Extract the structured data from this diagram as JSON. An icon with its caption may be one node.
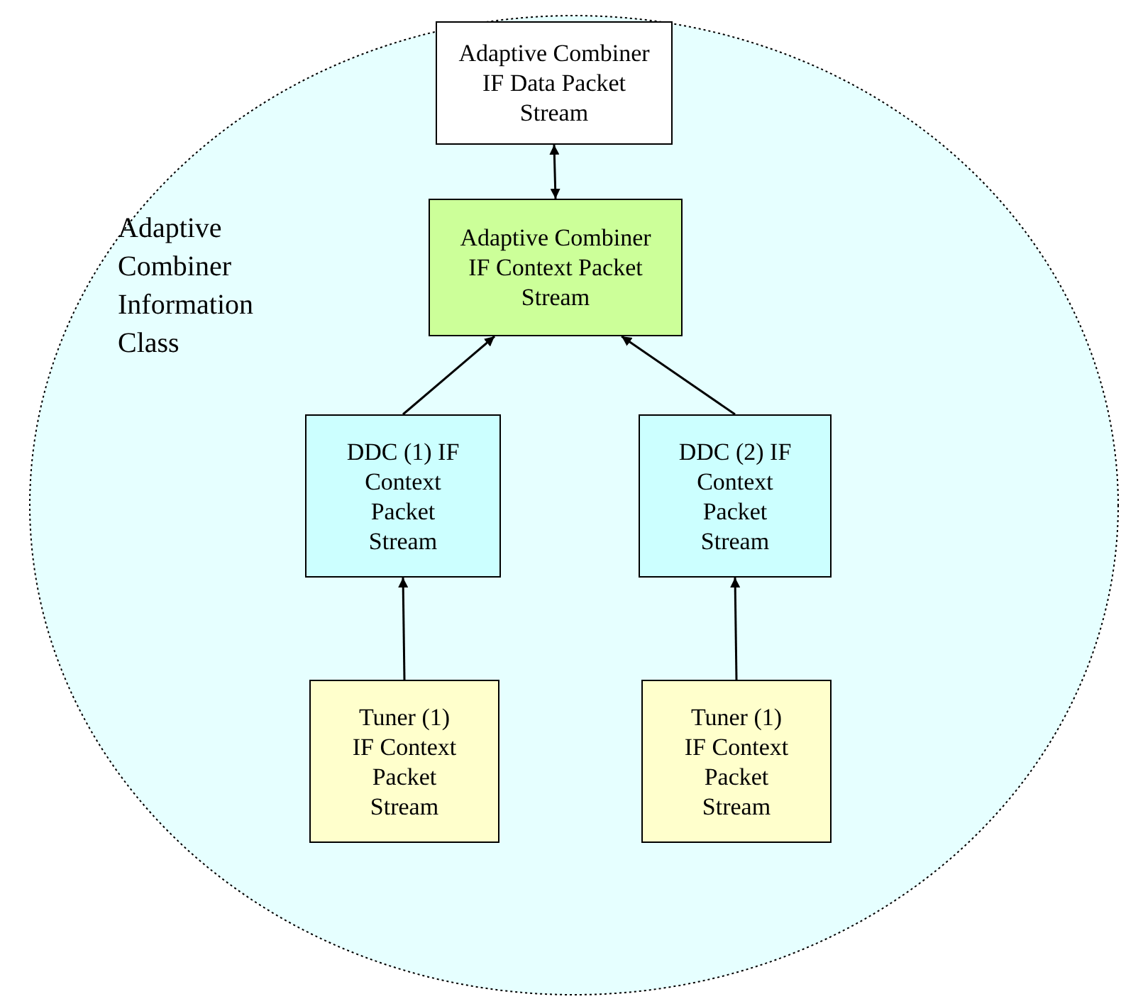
{
  "diagram": {
    "nodes": [
      {
        "text": [
          "Adaptive Combiner Information Class"
        ]
      },
      {
        "text": [
          "Adaptive Combiner IF Data Packet Stream"
        ],
        "in": 0
      },
      {
        "text": [
          "Adaptive Combiner IF Context Packet Stream"
        ],
        "in": 0
      },
      {
        "text": [
          "DDC (1) IF Context Packet Stream"
        ],
        "in": 0
      },
      {
        "text": [
          "DDC (2) IF Context Packet Stream"
        ],
        "in": 0
      },
      {
        "text": [
          "Tuner (1) IF Context Packet Stream"
        ],
        "in": 0
      },
      {
        "text": [
          "Tuner (1) IF Context Packet Stream"
        ],
        "in": 0
      }
    ],
    "edges": [
      {
        "from": 1,
        "to": 2,
        "arrow": "both"
      },
      {
        "from": 3,
        "to": 2,
        "arrow": "to"
      },
      {
        "from": 4,
        "to": 2,
        "arrow": "to"
      },
      {
        "from": 5,
        "to": 3,
        "arrow": "to"
      },
      {
        "from": 6,
        "to": 4,
        "arrow": "to"
      }
    ]
  }
}
